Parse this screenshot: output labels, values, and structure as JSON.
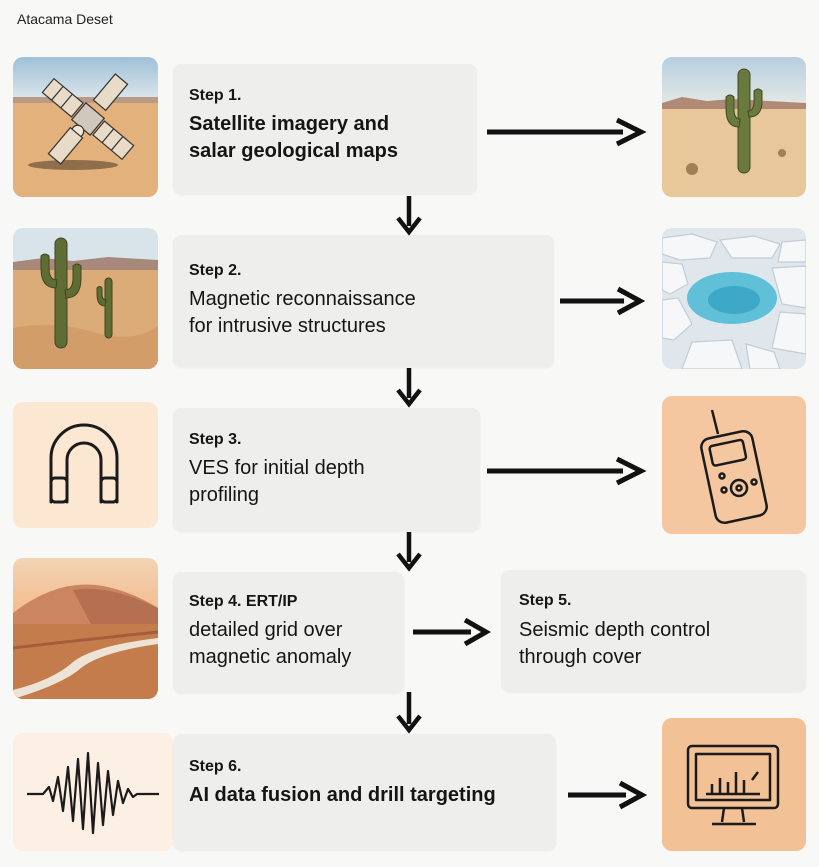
{
  "title": "Atacama Deset",
  "steps": [
    {
      "label": "Step 1.",
      "lines": [
        "Satellite imagery and",
        "salar geological maps"
      ]
    },
    {
      "label": "Step 2.",
      "lines": [
        "Magnetic reconnaissance",
        "for intrusive structures"
      ]
    },
    {
      "label": "Step 3.",
      "lines": [
        "VES for initial depth",
        "profiling"
      ]
    },
    {
      "label": "Step 4. ERT/IP",
      "lines": [
        "detailed grid over",
        "magnetic anomaly"
      ]
    },
    {
      "label": "Step 5.",
      "lines": [
        "Seismic depth control",
        "through cover"
      ]
    },
    {
      "label": "Step 6.",
      "lines": [
        "AI data fusion and drill targeting"
      ]
    }
  ],
  "icons": {
    "left": [
      "satellite-desert-photo",
      "saguaro-cactus-desert-photo",
      "horseshoe-magnet-icon",
      "dunes-riverbed-photo",
      "seismic-waveform-icon"
    ],
    "right": [
      "cactus-desert-photo",
      "salt-flat-pool-photo",
      "handheld-meter-device-icon",
      "computer-monitor-chart-icon"
    ]
  },
  "colors": {
    "box": "#eeeeec",
    "peach": "#f6c9a0",
    "light_peach": "#fbe7d2",
    "sand": "#d9a46f"
  }
}
